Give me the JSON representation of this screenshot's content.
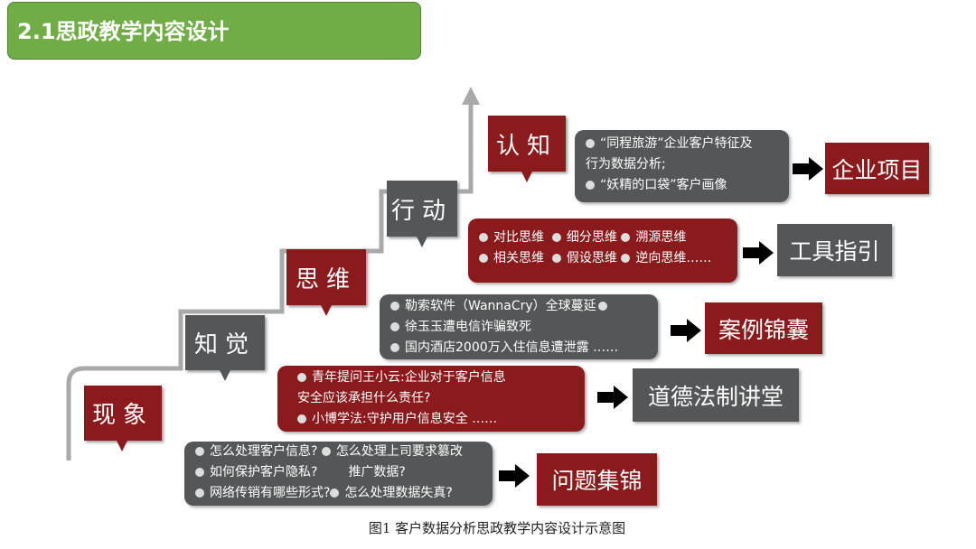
{
  "title": "2.1思政教学内容设计",
  "steps": [
    "现象",
    "知觉",
    "思维",
    "行动",
    "认知"
  ],
  "rows": [
    {
      "lines": [
        [
          "“同程旅游”企业客户特征及"
        ],
        [
          "行为数据分析;"
        ],
        [
          "“妖精的口袋”客户画像"
        ]
      ],
      "target": "企业项目"
    },
    {
      "lines": [
        [
          "对比思维",
          "细分思维",
          "溯源思维"
        ],
        [
          "相关思维",
          "假设思维",
          "逆向思维……"
        ]
      ],
      "target": "工具指引"
    },
    {
      "lines": [
        [
          "勒索软件（WannaCry）全球蔓延"
        ],
        [
          "徐玉玉遭电信诈骗致死"
        ],
        [
          "国内酒店2000万入住信息遭泄露 ……"
        ]
      ],
      "target": "案例锦囊"
    },
    {
      "lines": [
        [
          "青年提问王小云:企业对于客户信息"
        ],
        [
          "安全应该承担什么责任?"
        ],
        [
          "小博学法:守护用户信息安全 ……"
        ]
      ],
      "target": "道德法制讲堂"
    },
    {
      "lines": [
        [
          "怎么处理客户信息?",
          "怎么处理上司要求篡改"
        ],
        [
          "如何保护客户隐私?",
          "推广数据?"
        ],
        [
          "网络传销有哪些形式?",
          "怎么处理数据失真?"
        ]
      ],
      "target": "问题集锦"
    }
  ],
  "caption": "图1 客户数据分析思政教学内容设计示意图",
  "colors": {
    "red": "#8b1a1c",
    "gray": "#555657",
    "green": "#70ad47"
  }
}
